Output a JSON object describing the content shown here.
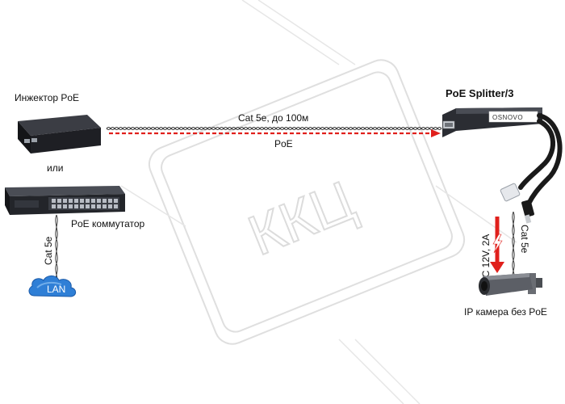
{
  "labels": {
    "injector": "Инжектор PoE",
    "or": "или",
    "switch": "PoE коммутатор",
    "cable_top": "Cat 5e, до 100м",
    "poe_line": "PoE",
    "splitter_title": "PoE Splitter/3",
    "splitter_brand": "OSNOVO",
    "cat_vertical_left": "Cat 5e",
    "lan": "LAN",
    "dc_power": "DC 12V, 2A",
    "cat_vertical_right": "Cat 5e",
    "camera": "IP камера без PoE",
    "watermark": "ККЦ"
  },
  "colors": {
    "poe_arrow": "#e0201c",
    "cable": "#3a3a3a",
    "device_dark": "#1e1f24",
    "cloud": "#2f7fd6",
    "watermark": "#d9d9d9"
  },
  "icons": {
    "injector": "poe-injector-icon",
    "switch": "network-switch-icon",
    "cloud": "lan-cloud-icon",
    "splitter": "poe-splitter-icon",
    "camera": "ip-camera-icon",
    "bolt": "lightning-icon"
  }
}
